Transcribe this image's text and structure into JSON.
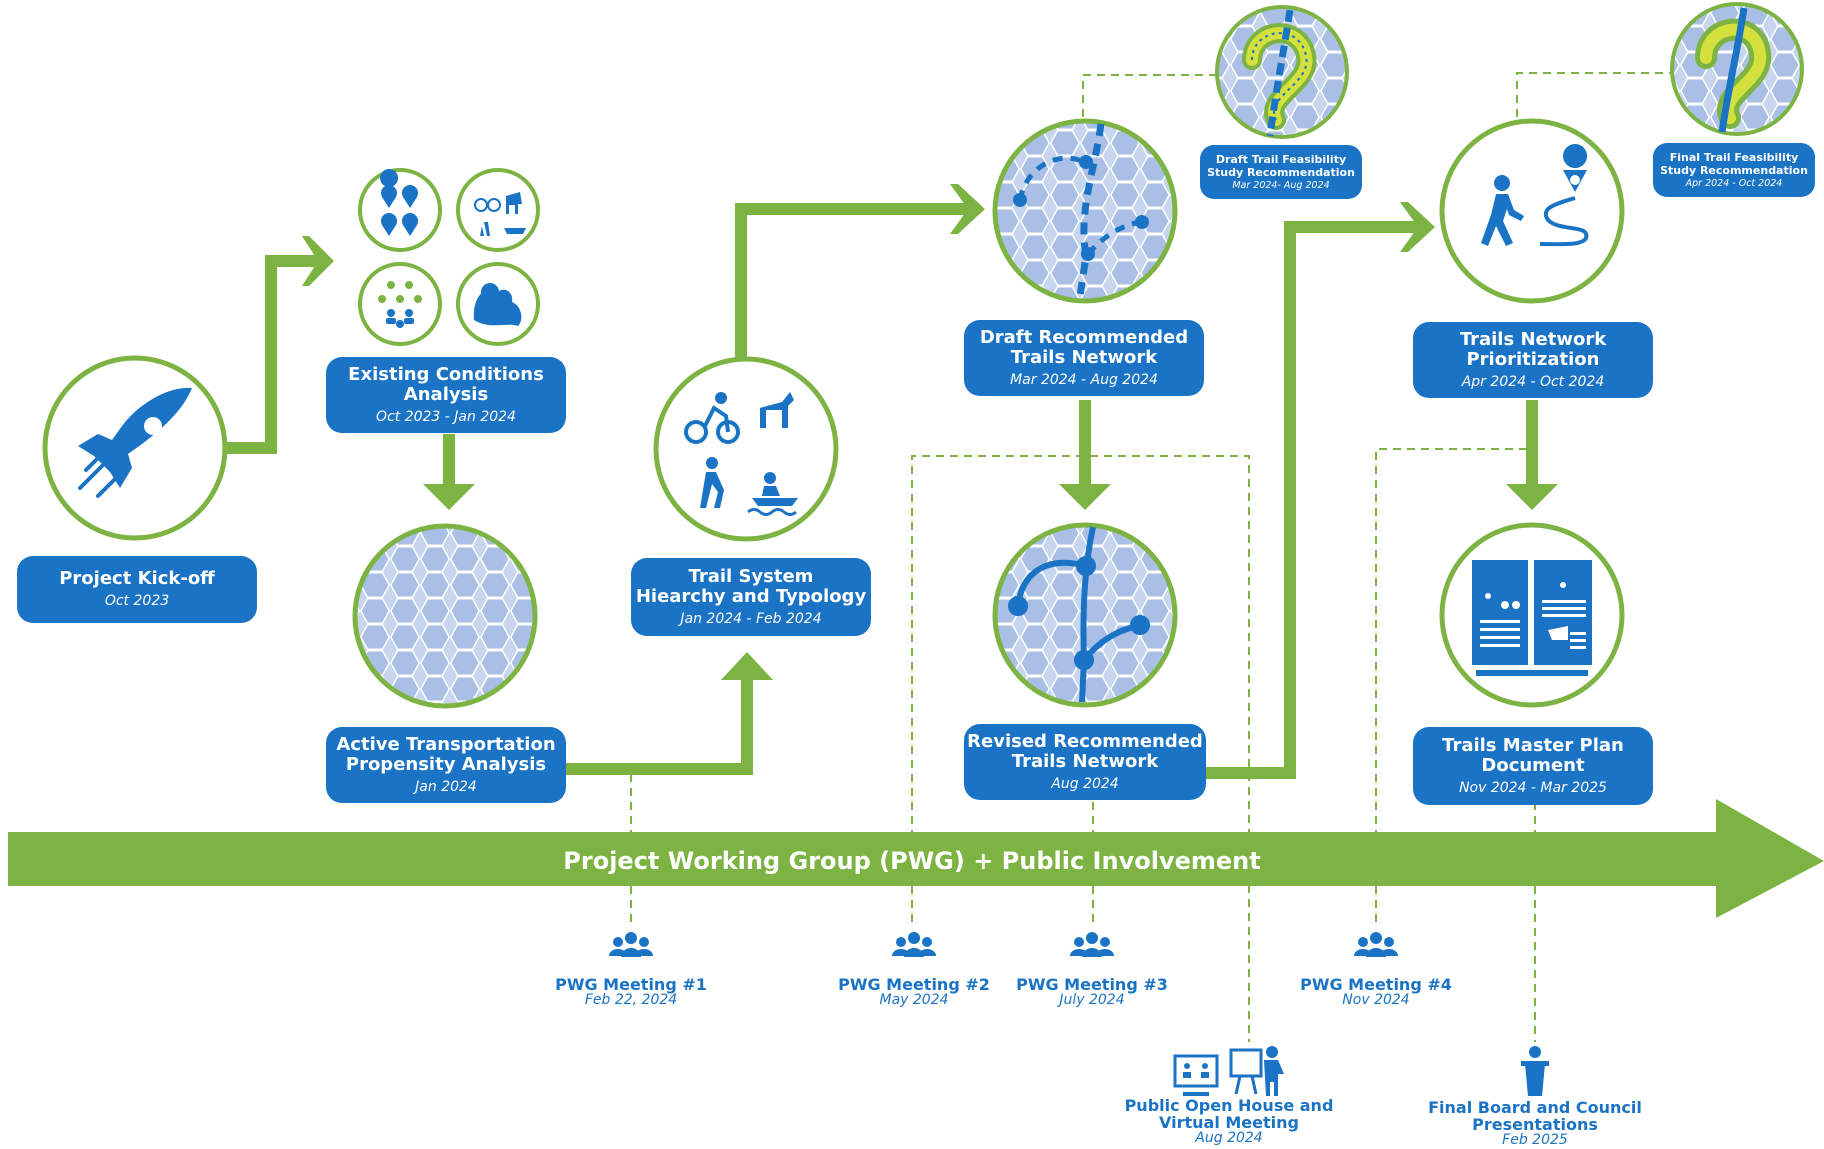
{
  "colors": {
    "green": "#7cb342",
    "blue": "#1a73c4",
    "light_blue": "#c7d5ee",
    "hex_blue": "#a9bfe6"
  },
  "stages": {
    "kickoff": {
      "title": "Project Kick-off",
      "date": "Oct 2023",
      "icon": "rocket-icon"
    },
    "existing": {
      "title": "Existing Conditions\nAnalysis",
      "date": "Oct 2023 - Jan 2024",
      "icon": "map-pins-icon"
    },
    "propensity": {
      "title": "Active Transportation\nPropensity Analysis",
      "date": "Jan 2024",
      "icon": "hex-map-icon"
    },
    "typology": {
      "title": "Trail System\nHiearchy and Typology",
      "date": "Jan 2024 - Feb 2024",
      "icon": "trail-users-icon"
    },
    "draft": {
      "title": "Draft Recommended\nTrails Network",
      "date": "Mar 2024 - Aug 2024",
      "icon": "draft-network-map-icon"
    },
    "revised": {
      "title": "Revised Recommended\nTrails Network",
      "date": "Aug 2024",
      "icon": "revised-network-map-icon"
    },
    "prioritization": {
      "title": "Trails Network\nPrioritization",
      "date": "Apr 2024 - Oct 2024",
      "icon": "walking-route-icon"
    },
    "masterplan": {
      "title": "Trails Master Plan\nDocument",
      "date": "Nov 2024 - Mar 2025",
      "icon": "document-book-icon"
    }
  },
  "feasibility": {
    "draft": {
      "title": "Draft Trail Feasibility\nStudy Recommendation",
      "date": "Mar 2024- Aug 2024"
    },
    "final": {
      "title": "Final Trail Feasibility\nStudy Recommendation",
      "date": "Apr 2024 - Oct 2024"
    }
  },
  "banner": {
    "label": "Project Working Group (PWG) + Public Involvement"
  },
  "meetings": {
    "m1": {
      "title": "PWG Meeting #1",
      "date": "Feb 22, 2024"
    },
    "m2": {
      "title": "PWG Meeting #2",
      "date": "May 2024"
    },
    "m3": {
      "title": "PWG Meeting #3",
      "date": "July 2024"
    },
    "m4": {
      "title": "PWG Meeting #4",
      "date": "Nov 2024"
    },
    "openhouse": {
      "title": "Public Open House and\nVirtual Meeting",
      "date": "Aug 2024"
    },
    "council": {
      "title": "Final Board and Council\nPresentations",
      "date": "Feb 2025"
    }
  }
}
